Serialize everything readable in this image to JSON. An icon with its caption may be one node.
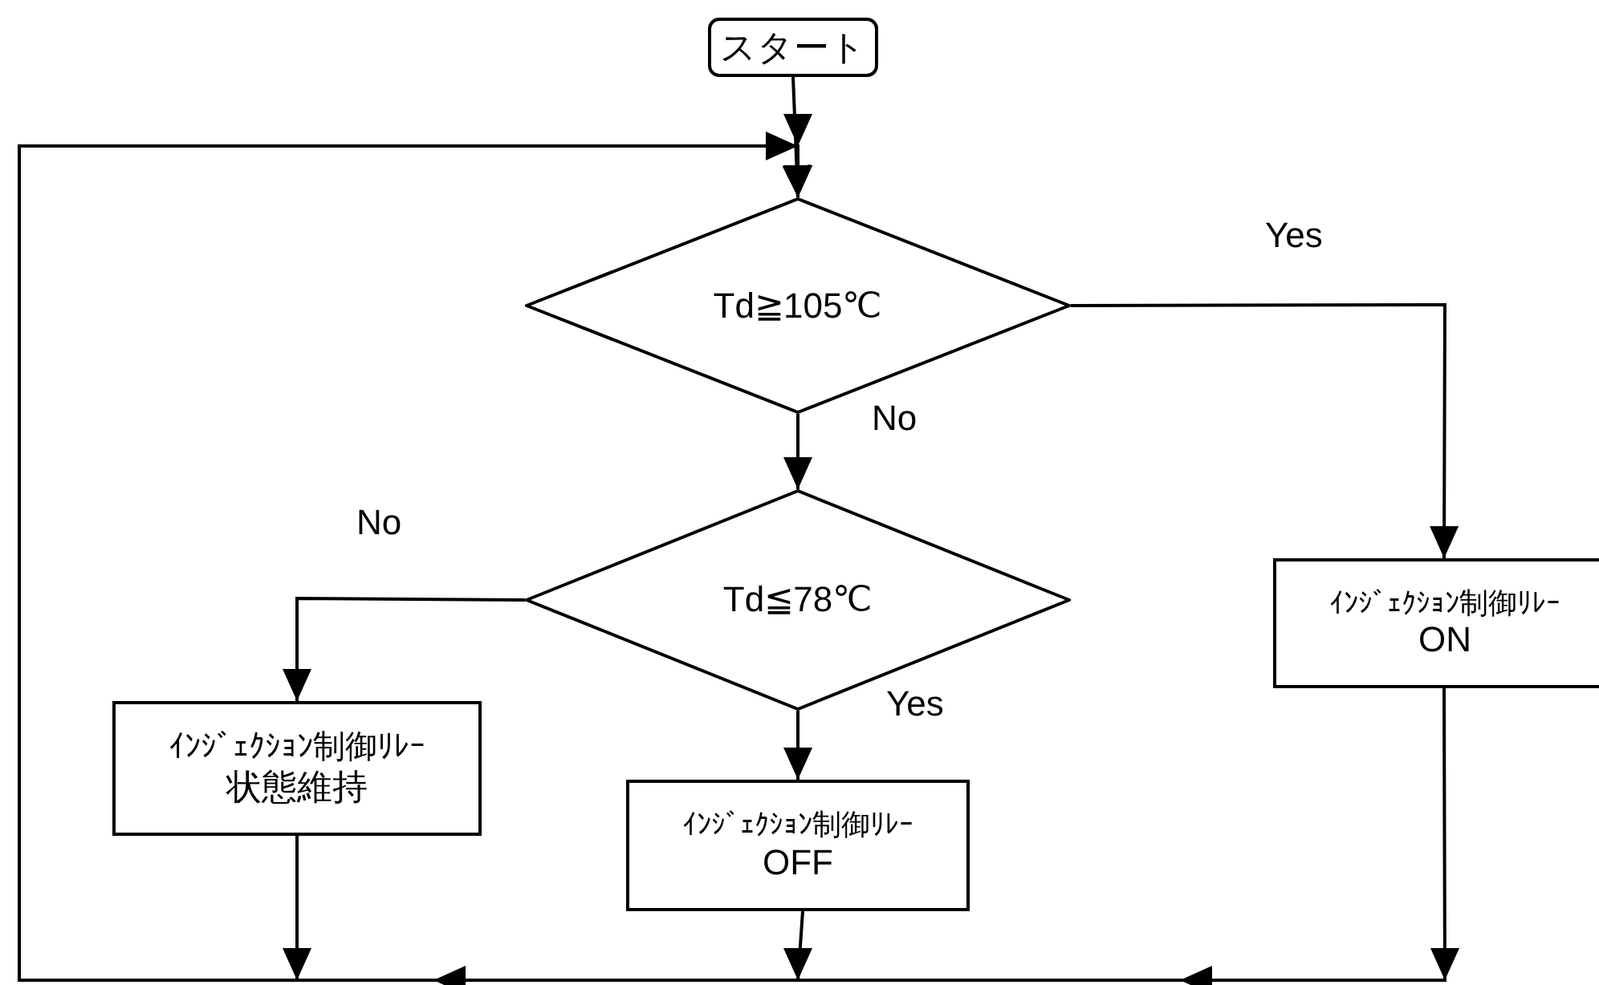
{
  "diagram": {
    "nodes": [
      {
        "text": [
          "スタート"
        ]
      },
      {
        "text": [
          "Td≧105℃"
        ]
      },
      {
        "text": [
          "Td≦78℃"
        ]
      },
      {
        "text": [
          "ｲﾝｼﾞｪｸｼｮﾝ制御ﾘﾚｰ",
          "ON"
        ]
      },
      {
        "text": [
          "ｲﾝｼﾞｪｸｼｮﾝ制御ﾘﾚｰ",
          "状態維持"
        ]
      },
      {
        "text": [
          "ｲﾝｼﾞｪｸｼｮﾝ制御ﾘﾚｰ",
          "OFF"
        ]
      }
    ],
    "edges": [
      {
        "from": 0,
        "to": 1,
        "arrow": "to"
      },
      {
        "from": 1,
        "to": 3,
        "arrow": "to",
        "label": "Yes"
      },
      {
        "from": 1,
        "to": 2,
        "arrow": "to",
        "label": "No"
      },
      {
        "from": 2,
        "to": 4,
        "arrow": "to",
        "label": "No"
      },
      {
        "from": 2,
        "to": 5,
        "arrow": "to",
        "label": "Yes"
      },
      {
        "from": 3,
        "to": 1,
        "arrow": "to"
      },
      {
        "from": 4,
        "to": 1,
        "arrow": "to"
      },
      {
        "from": 5,
        "to": 1,
        "arrow": "to"
      }
    ]
  }
}
